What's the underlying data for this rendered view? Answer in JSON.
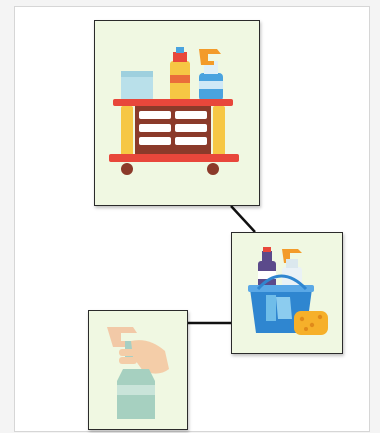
{
  "diagram": {
    "nodes": [
      {
        "id": "cart",
        "icon": "cleaning-cart-icon"
      },
      {
        "id": "bucket",
        "icon": "cleaning-bucket-supplies-icon"
      },
      {
        "id": "spray",
        "icon": "hand-spray-bottle-icon"
      }
    ],
    "edges": [
      {
        "from": "cart",
        "to": "bucket"
      },
      {
        "from": "bucket",
        "to": "spray"
      }
    ]
  },
  "colors": {
    "card_background": "#f0f8e2",
    "card_border": "#2b2b2b",
    "connector": "#111111"
  }
}
